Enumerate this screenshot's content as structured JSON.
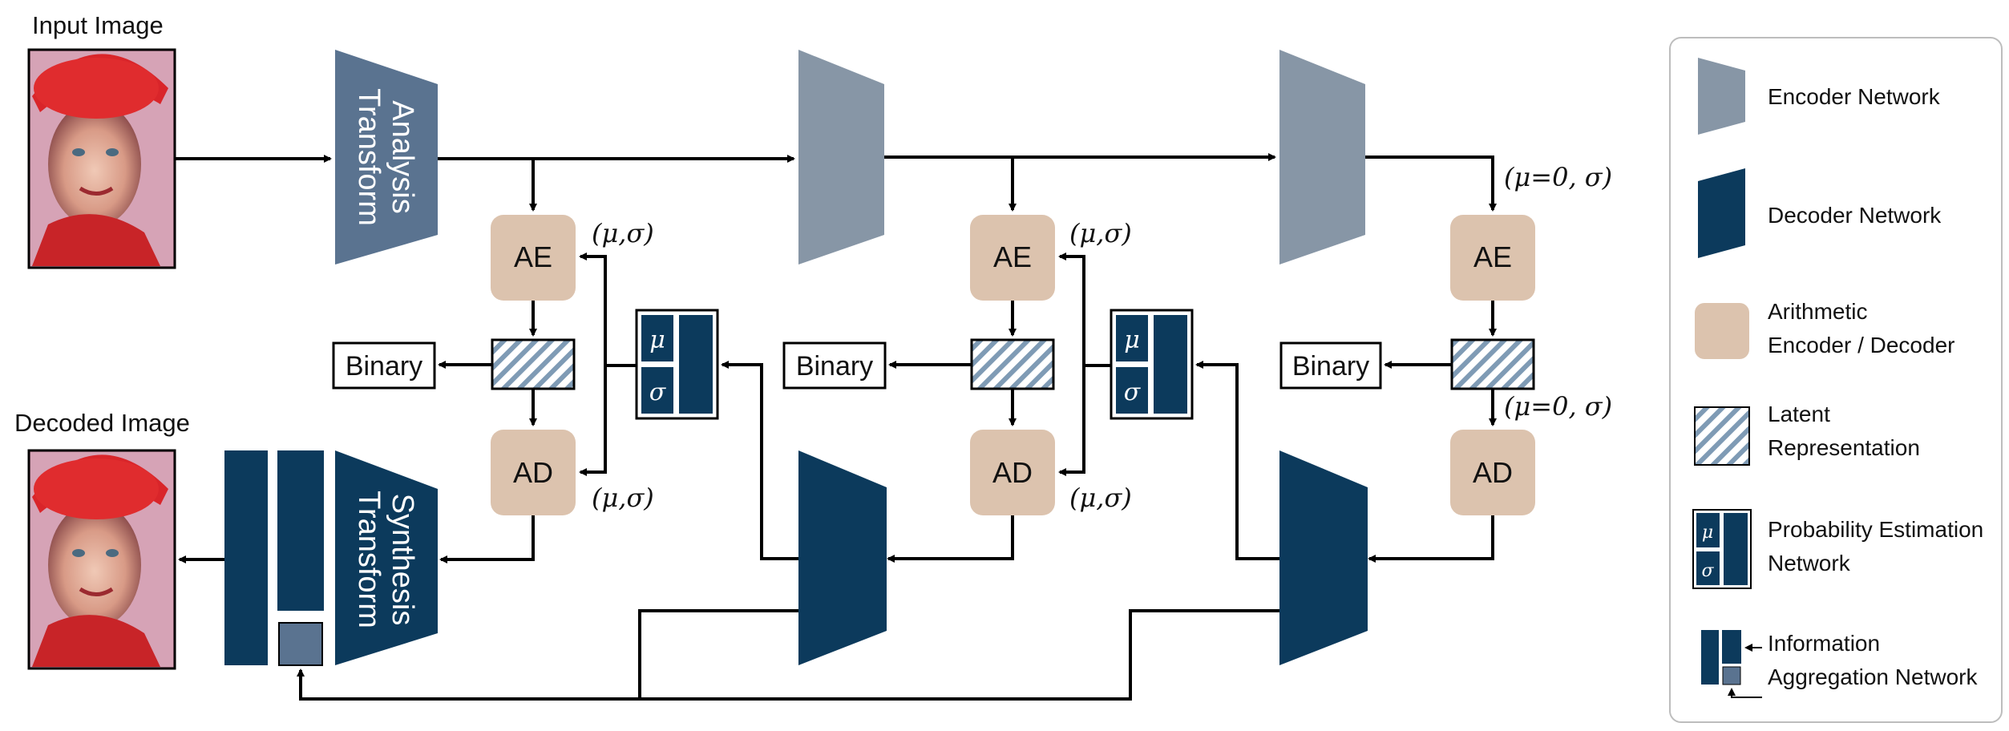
{
  "labels": {
    "input_image": "Input Image",
    "decoded_image": "Decoded Image",
    "analysis_line1": "Analysis",
    "analysis_line2": "Transform",
    "synthesis_line1": "Synthesis",
    "synthesis_line2": "Transform",
    "ae": "AE",
    "ad": "AD",
    "binary": "Binary",
    "mu": "μ",
    "sigma": "σ",
    "param_mu_sigma": "(μ,σ)",
    "param_zero_sigma": "(μ=0, σ)"
  },
  "legend": {
    "encoder": "Encoder Network",
    "decoder": "Decoder Network",
    "arith_line1": "Arithmetic",
    "arith_line2": "Encoder / Decoder",
    "latent_line1": "Latent",
    "latent_line2": "Representation",
    "prob_line1": "Probability Estimation",
    "prob_line2": "Network",
    "info_line1": "Information",
    "info_line2": "Aggregation Network"
  },
  "colors": {
    "encoder_fill": "#8796a6",
    "analysis_fill": "#5a7390",
    "decoder_fill": "#0c3a5c",
    "aggregation_small": "#5a7390",
    "arith_fill": "#dcc3ae",
    "latent_stripe": "#7f9bb5"
  }
}
